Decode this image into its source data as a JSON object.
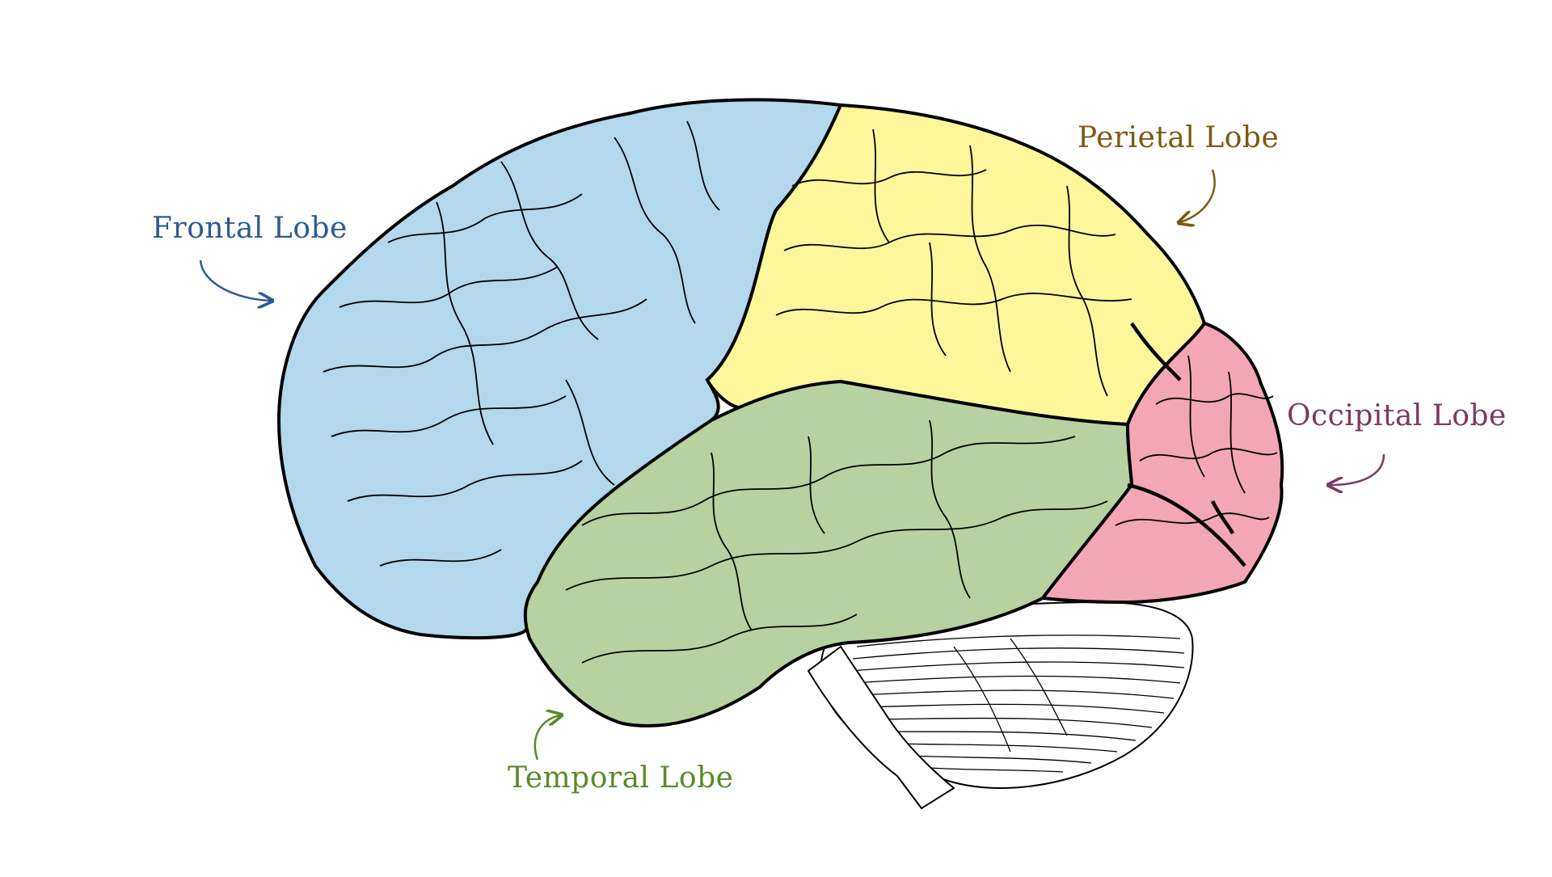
{
  "labels": {
    "frontal": {
      "text": "Frontal Lobe",
      "color": "#2d5b91"
    },
    "parietal": {
      "text": "Perietal Lobe",
      "color": "#7a5b12"
    },
    "occipital": {
      "text": "Occipital Lobe",
      "color": "#7a3a62"
    },
    "temporal": {
      "text": "Temporal Lobe",
      "color": "#5b8a2a"
    }
  },
  "colors": {
    "frontal": "#b3d7ec",
    "parietal": "#fbf79a",
    "temporal": "#b7d1a0",
    "occipital": "#f3a6b4",
    "cerebellum": "#ffffff",
    "outline": "#000000"
  }
}
